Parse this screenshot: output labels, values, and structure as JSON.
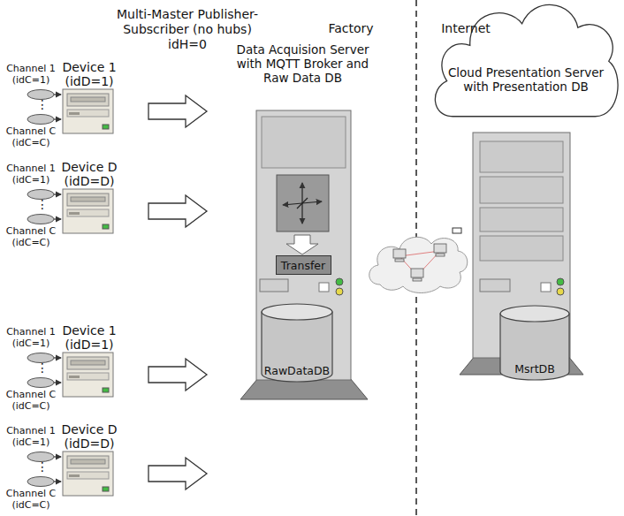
{
  "diagram": {
    "nodes": [
      {
        "text": [
          "Device 1 (idD=1)"
        ]
      },
      {
        "text": [
          "Device D (idD=D)"
        ]
      },
      {
        "text": [
          "Device 1 (idD=1)"
        ]
      },
      {
        "text": [
          "Device D (idD=D)"
        ]
      },
      {
        "text": [
          "Data Acquision Server with MQTT Broker and Raw Data DB"
        ]
      },
      {
        "text": [
          "Transfer"
        ],
        "in": 4
      },
      {
        "text": [
          "RawDataDB"
        ],
        "in": 4
      },
      {
        "text": [
          "Cloud Presentation Server with Presentation DB"
        ]
      },
      {
        "text": [
          "MsrtDB"
        ]
      }
    ],
    "edges": [
      {
        "from": 0,
        "to": 4,
        "arrow": "to"
      },
      {
        "from": 1,
        "to": 4,
        "arrow": "to"
      },
      {
        "from": 2,
        "to": 4,
        "arrow": "to"
      },
      {
        "from": 3,
        "to": 4,
        "arrow": "to"
      }
    ],
    "labels": [
      "Multi-Master Publisher-Subscriber (no hubs) idH=0",
      "Factory",
      "Internet",
      "Channel 1 (idC=1)",
      "⋮",
      "Channel C (idC=C)",
      "Channel 1 (idC=1)",
      "⋮",
      "Channel C (idC=C)",
      "Channel 1 (idC=1)",
      "⋮",
      "Channel C (idC=C)",
      "Channel 1 (idC=1)",
      "⋮",
      "Channel C (idC=C)"
    ]
  }
}
